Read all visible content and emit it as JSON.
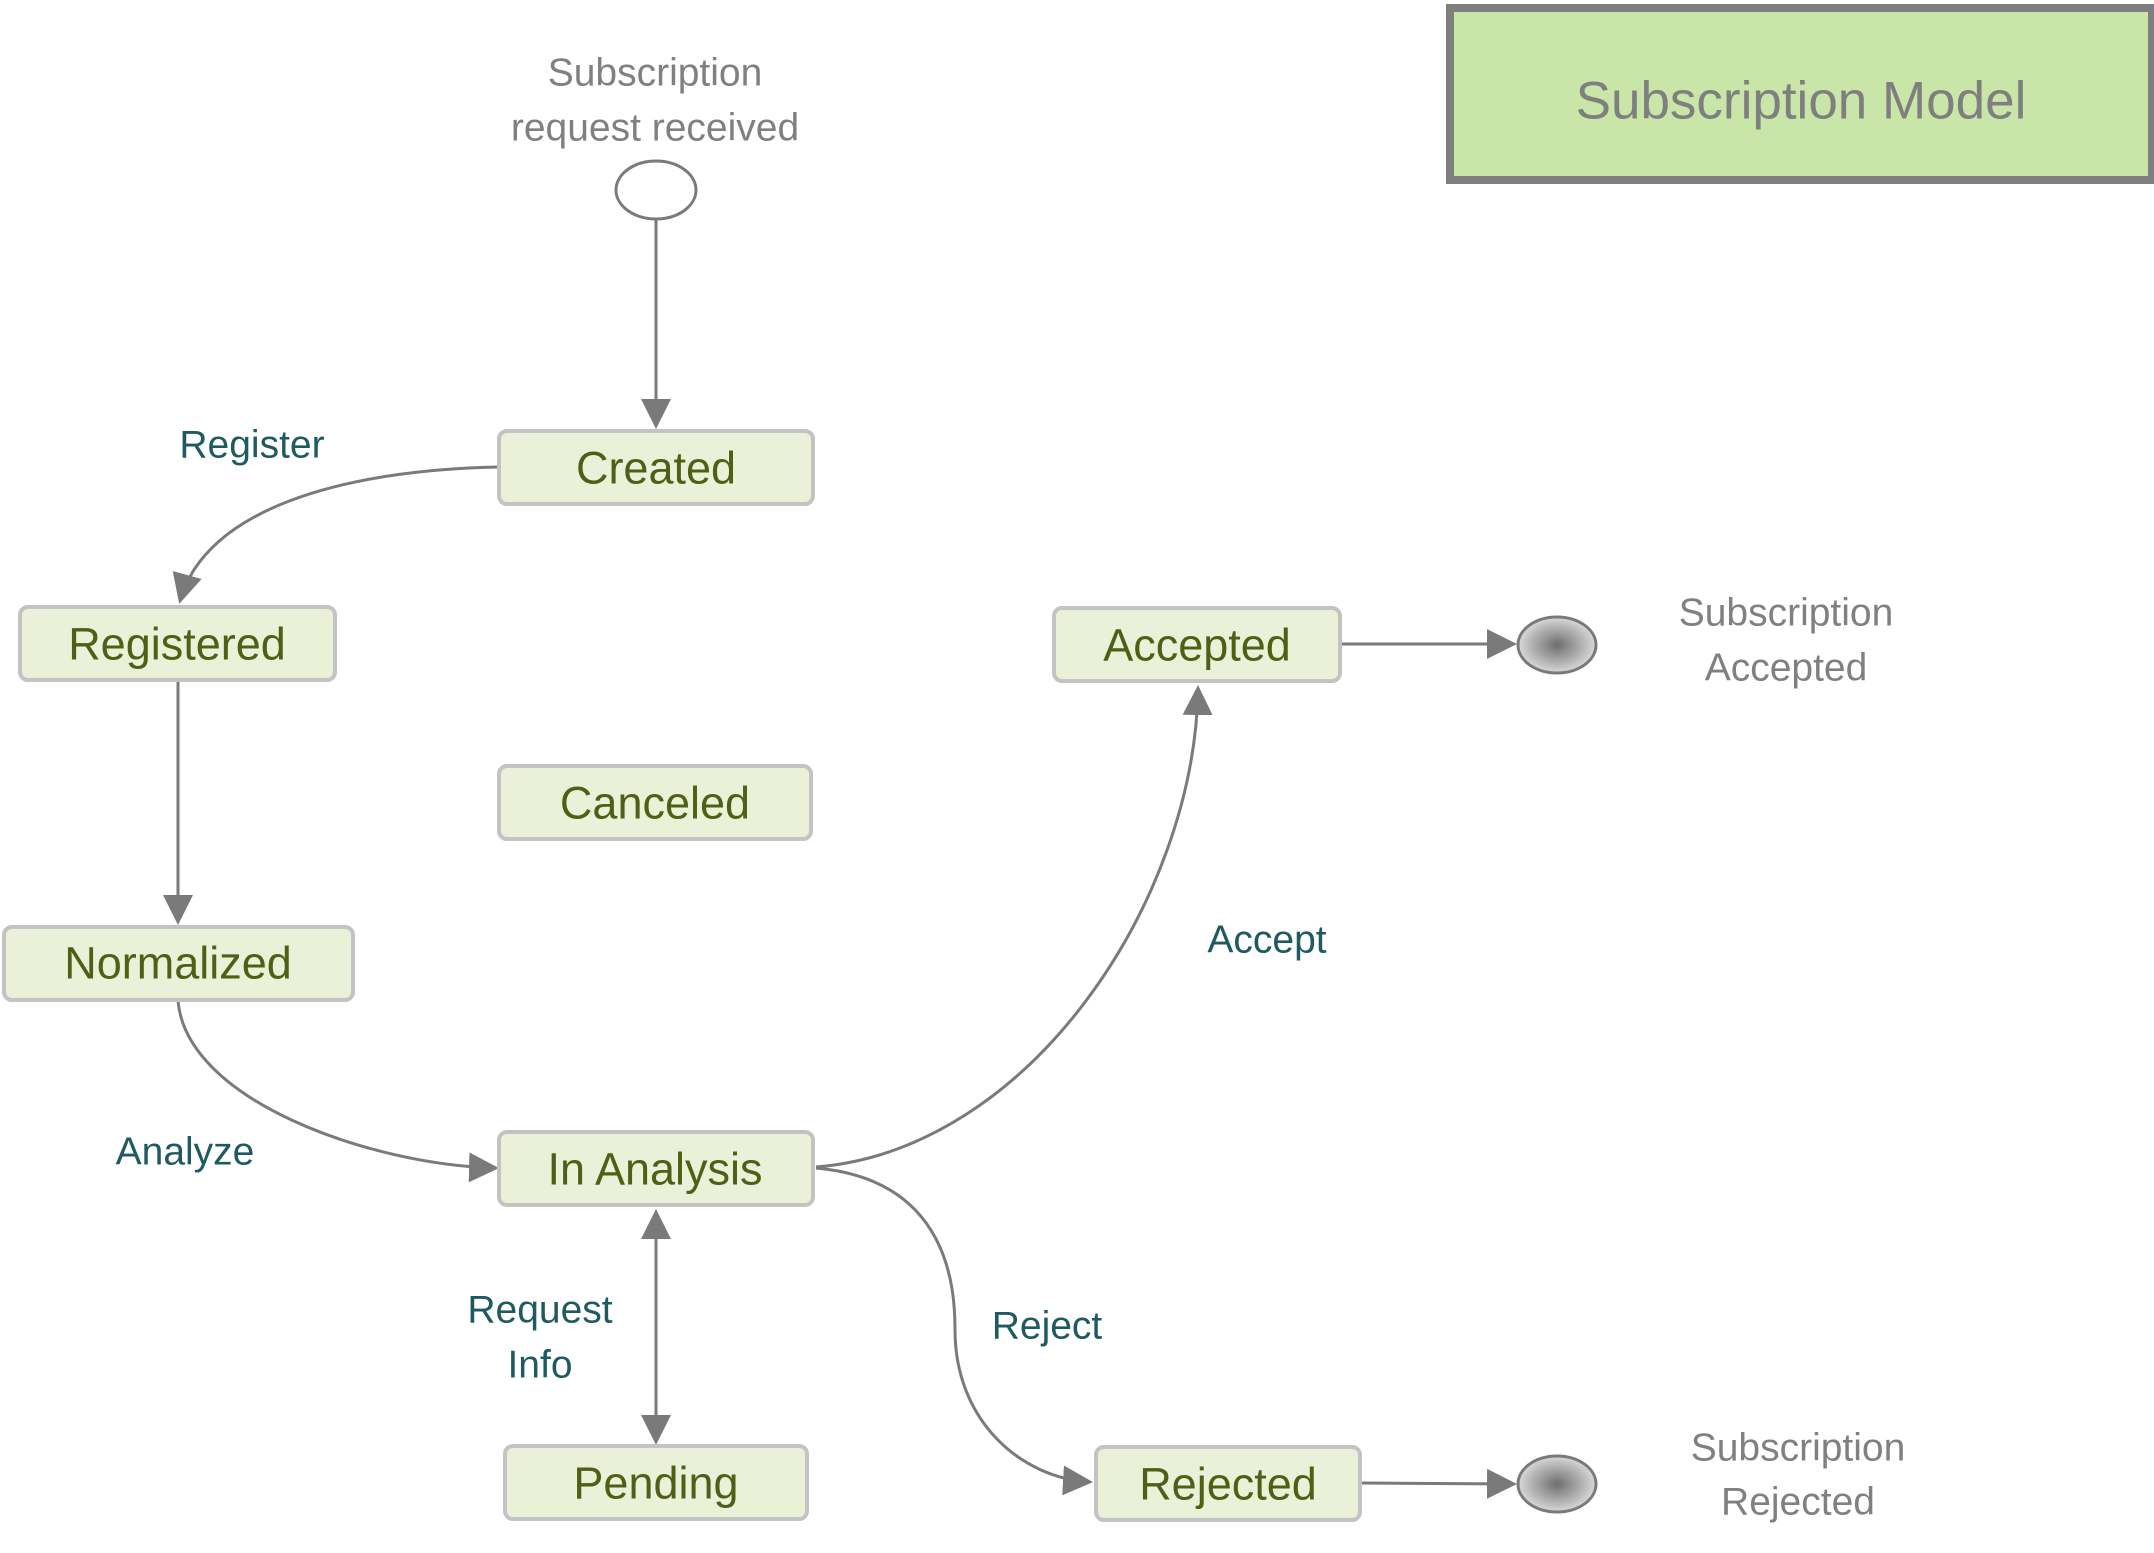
{
  "title": "Subscription Model",
  "colors": {
    "state_fill": "#ebf1d8",
    "state_border": "#c3c3c3",
    "state_text": "#4f5f15",
    "edge_label": "#1f5a60",
    "note_text": "#808080",
    "title_fill": "#c9e6a8",
    "title_border": "#7f7f7f"
  },
  "states": {
    "created": "Created",
    "registered": "Registered",
    "canceled": "Canceled",
    "normalized": "Normalized",
    "in_analysis": "In Analysis",
    "pending": "Pending",
    "accepted": "Accepted",
    "rejected": "Rejected"
  },
  "transitions": {
    "register": "Register",
    "analyze": "Analyze",
    "accept": "Accept",
    "reject": "Reject",
    "request_info_line1": "Request",
    "request_info_line2": "Info"
  },
  "notes": {
    "start_line1": "Subscription",
    "start_line2": "request received",
    "accepted_line1": "Subscription",
    "accepted_line2": "Accepted",
    "rejected_line1": "Subscription",
    "rejected_line2": "Rejected"
  },
  "icons": {
    "initial": "initial-state-circle",
    "final": "final-state-shaded-ellipse",
    "arrowhead": "filled-triangle-arrowhead"
  }
}
